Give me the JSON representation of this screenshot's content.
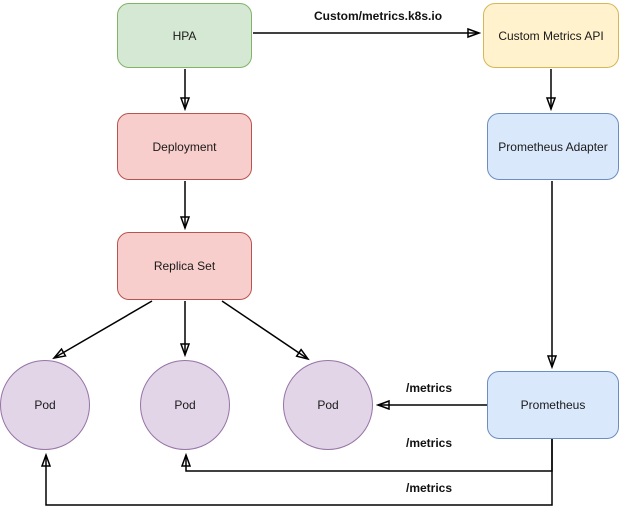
{
  "diagram": {
    "nodes": {
      "hpa": {
        "label": "HPA",
        "fill": "#d5e8d4",
        "stroke": "#82b366"
      },
      "custom_metrics_api": {
        "label": "Custom Metrics API",
        "fill": "#fff2cc",
        "stroke": "#d6b656"
      },
      "deployment": {
        "label": "Deployment",
        "fill": "#f8cecc",
        "stroke": "#b85450"
      },
      "prometheus_adapter": {
        "label": "Prometheus Adapter",
        "fill": "#dae8fc",
        "stroke": "#6c8ebf"
      },
      "replica_set": {
        "label": "Replica Set",
        "fill": "#f8cecc",
        "stroke": "#b85450"
      },
      "prometheus": {
        "label": "Prometheus",
        "fill": "#dae8fc",
        "stroke": "#6c8ebf"
      }
    },
    "pods": [
      {
        "label": "Pod",
        "fill": "#e1d5e7",
        "stroke": "#9673a6"
      },
      {
        "label": "Pod",
        "fill": "#e1d5e7",
        "stroke": "#9673a6"
      },
      {
        "label": "Pod",
        "fill": "#e1d5e7",
        "stroke": "#9673a6"
      }
    ],
    "edge_labels": {
      "hpa_to_custom_metrics_api": "Custom/metrics.k8s.io",
      "prometheus_to_pod3": "/metrics",
      "prometheus_to_pod2": "/metrics",
      "prometheus_to_pod1": "/metrics"
    },
    "edge_color": "#000000"
  }
}
